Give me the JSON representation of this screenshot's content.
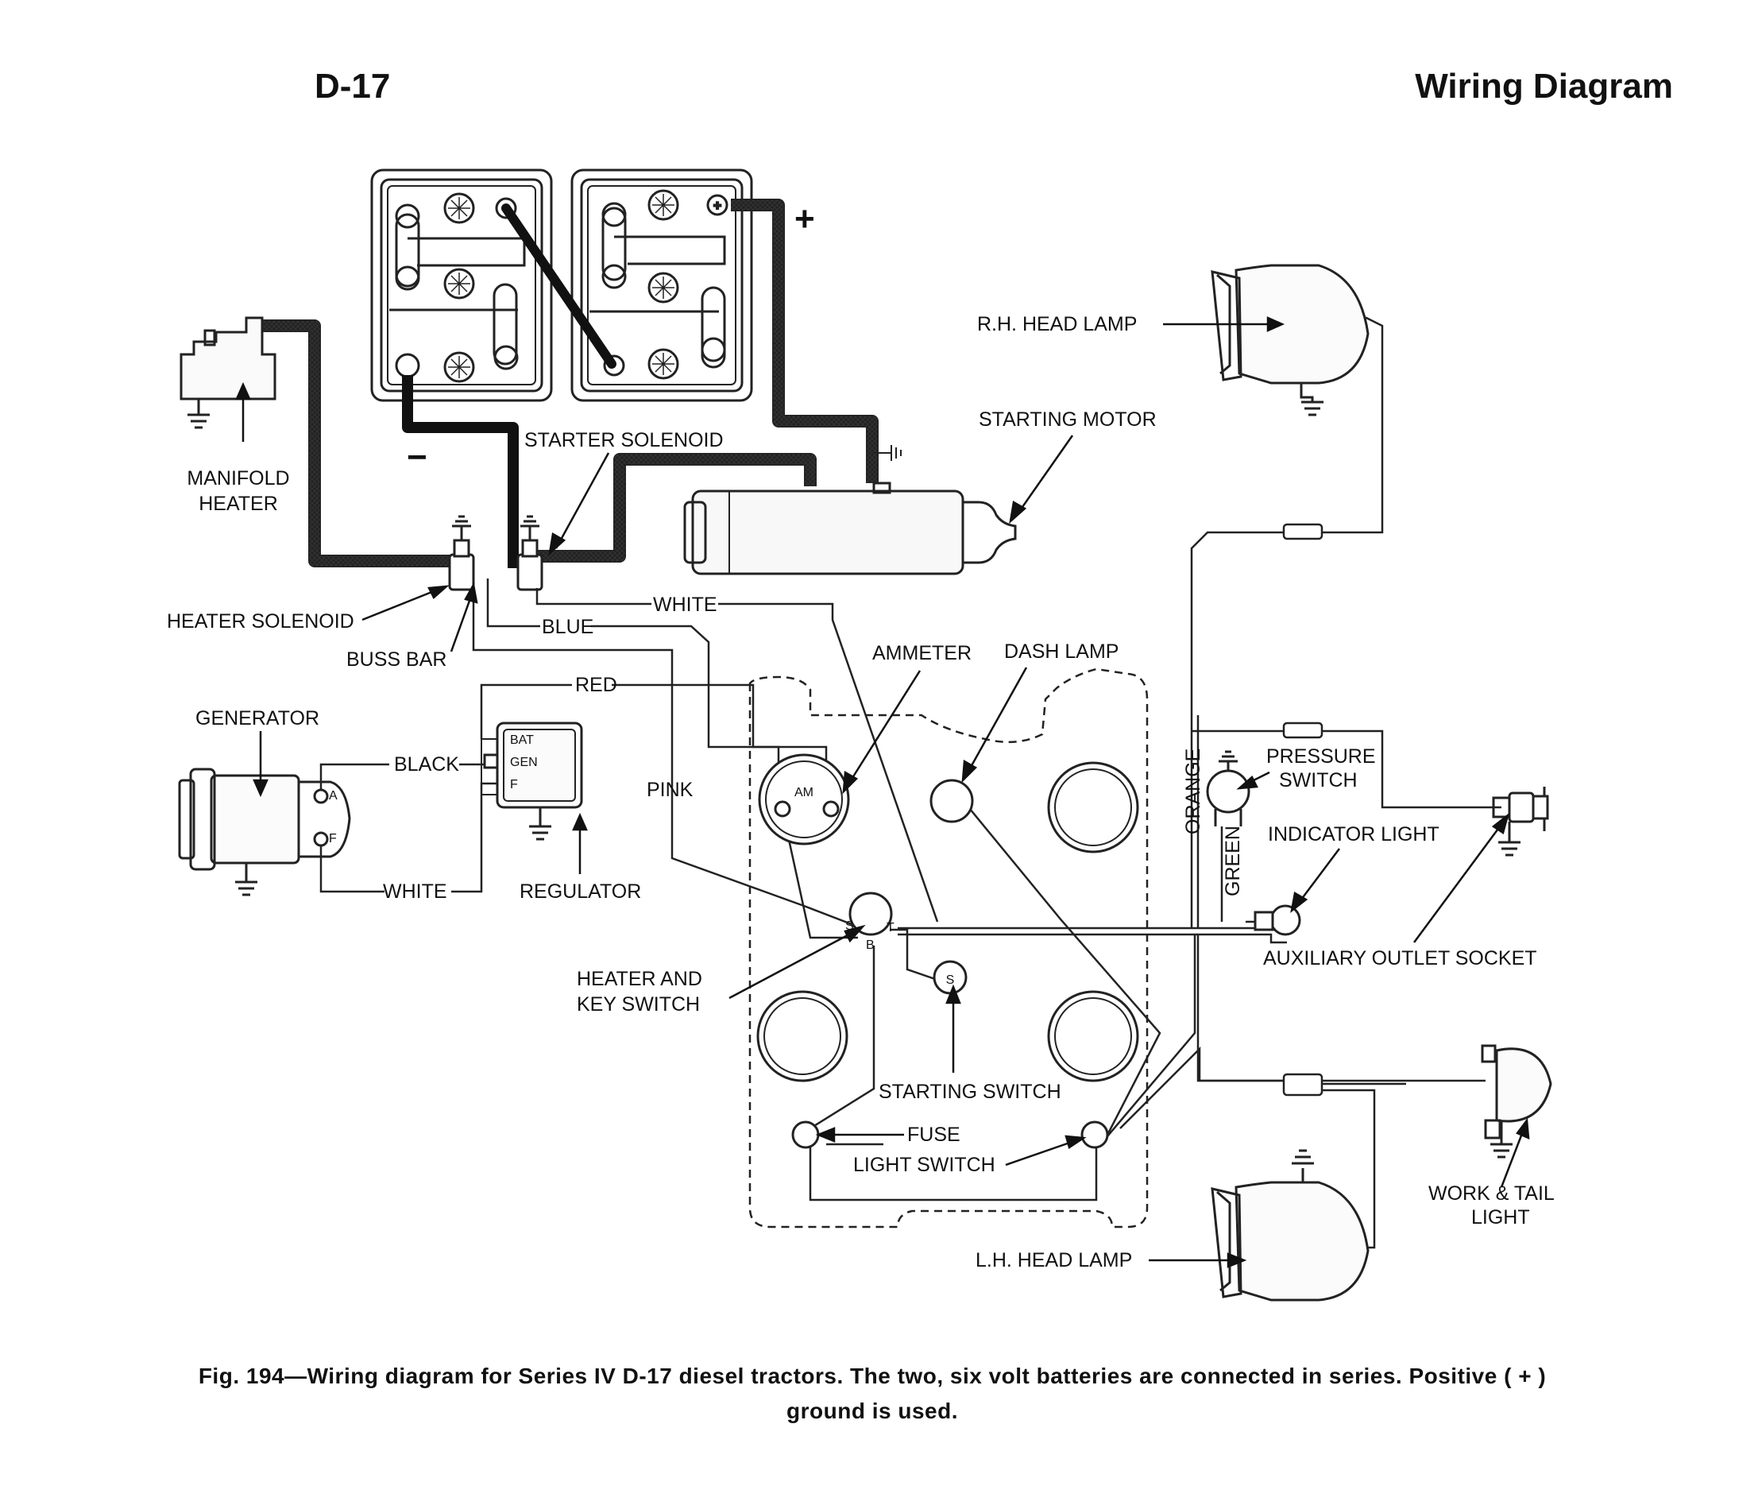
{
  "header": {
    "model": "D-17",
    "title": "Wiring Diagram"
  },
  "labels": {
    "rh_head_lamp": "R.H. HEAD LAMP",
    "starting_motor": "STARTING MOTOR",
    "starter_solenoid": "STARTER SOLENOID",
    "manifold_heater_1": "MANIFOLD",
    "manifold_heater_2": "HEATER",
    "heater_solenoid": "HEATER SOLENOID",
    "buss_bar": "BUSS BAR",
    "generator": "GENERATOR",
    "regulator": "REGULATOR",
    "ammeter": "AMMETER",
    "dash_lamp": "DASH LAMP",
    "pressure_switch_1": "PRESSURE",
    "pressure_switch_2": "SWITCH",
    "indicator_light": "INDICATOR LIGHT",
    "auxiliary_outlet_socket": "AUXILIARY OUTLET SOCKET",
    "heater_key_switch_1": "HEATER AND",
    "heater_key_switch_2": "KEY SWITCH",
    "starting_switch": "STARTING SWITCH",
    "fuse": "FUSE",
    "light_switch": "LIGHT SWITCH",
    "work_tail_light_1": "WORK & TAIL",
    "work_tail_light_2": "LIGHT",
    "lh_head_lamp": "L.H. HEAD LAMP"
  },
  "wires": {
    "white_top": "WHITE",
    "blue": "BLUE",
    "red": "RED",
    "black": "BLACK",
    "pink": "PINK",
    "white_bottom": "WHITE",
    "orange": "ORANGE",
    "green": "GREEN"
  },
  "terminals": {
    "bat": "BAT",
    "gen": "GEN",
    "f": "F",
    "a": "A",
    "gf": "F",
    "am": "AM",
    "s": "S",
    "b": "B",
    "t": "T",
    "starting_switch_mark": "S"
  },
  "polarity": {
    "positive": "+",
    "negative": "−"
  },
  "caption": {
    "line1": "Fig. 194—Wiring diagram for Series IV D-17 diesel tractors. The two, six volt batteries are connected in series. Positive ( + )",
    "line2": "ground is used."
  }
}
